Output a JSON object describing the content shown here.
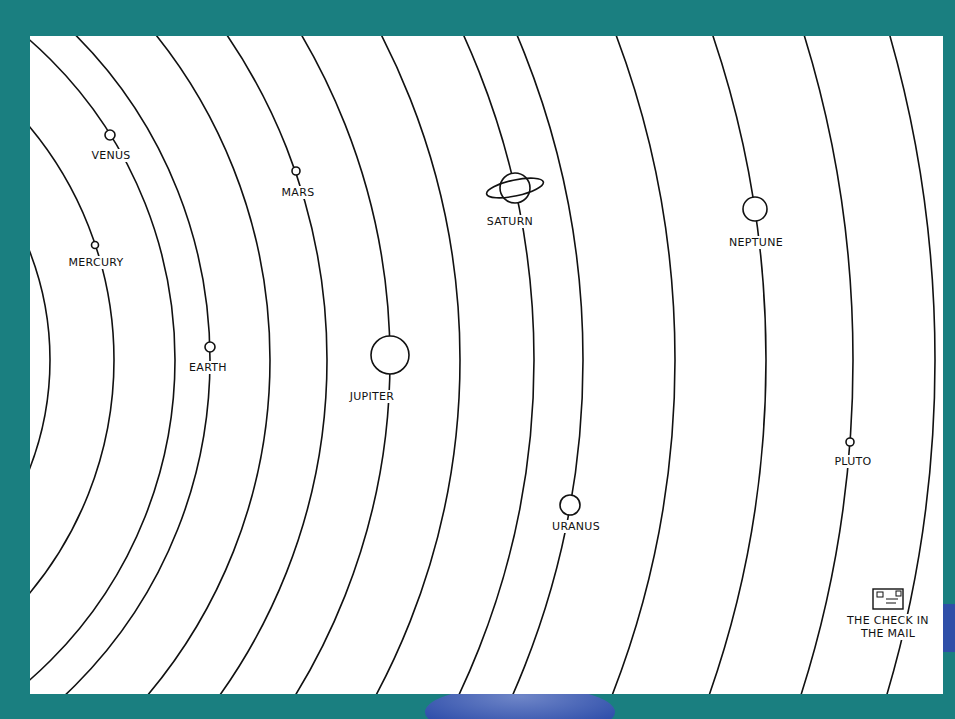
{
  "diagram": {
    "labels": [
      "VENUS",
      "MERCURY",
      "EARTH",
      "MARS",
      "JUPITER",
      "SATURN",
      "URANUS",
      "NEPTUNE",
      "PLUTO",
      "THE CHECK IN THE MAIL"
    ]
  }
}
